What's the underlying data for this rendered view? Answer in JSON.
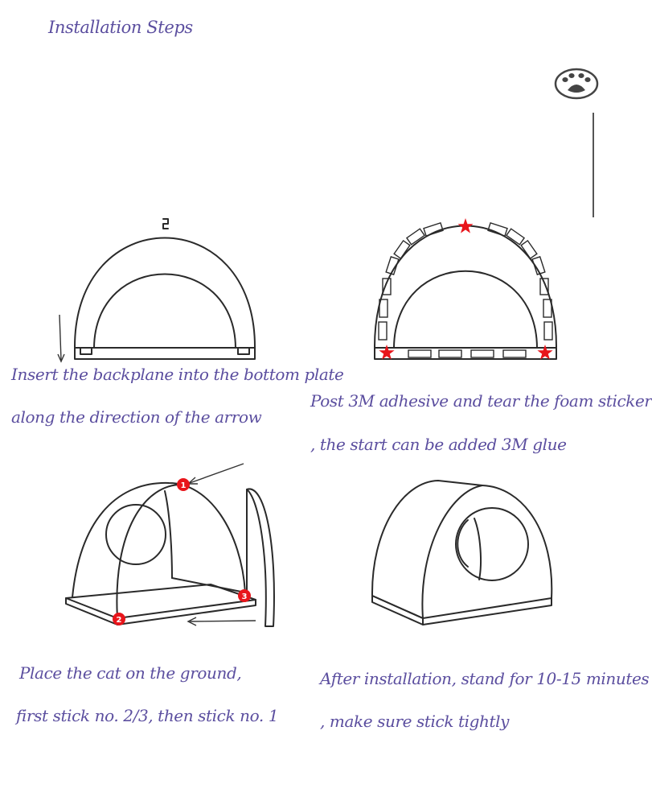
{
  "title": "Installation Steps",
  "steps": [
    {
      "line1": "Insert the backplane into the bottom plate",
      "line2": "along the direction of the arrow"
    },
    {
      "line1": "Post 3M adhesive and tear the foam sticker",
      "line2": ", the start can be added 3M glue"
    },
    {
      "line1": "Place the cat on the ground,",
      "line2": "first stick no. 2/3, then stick no. 1"
    },
    {
      "line1": "After installation, stand for 10-15 minutes",
      "line2": ", make sure stick tightly"
    }
  ],
  "badges": [
    "1",
    "2",
    "3"
  ],
  "icons": {
    "logo": "paw-print-icon",
    "marker": "star-icon"
  },
  "colors": {
    "text": "#5b4e9f",
    "marker": "#e8151b",
    "line": "#2a2a2a"
  }
}
